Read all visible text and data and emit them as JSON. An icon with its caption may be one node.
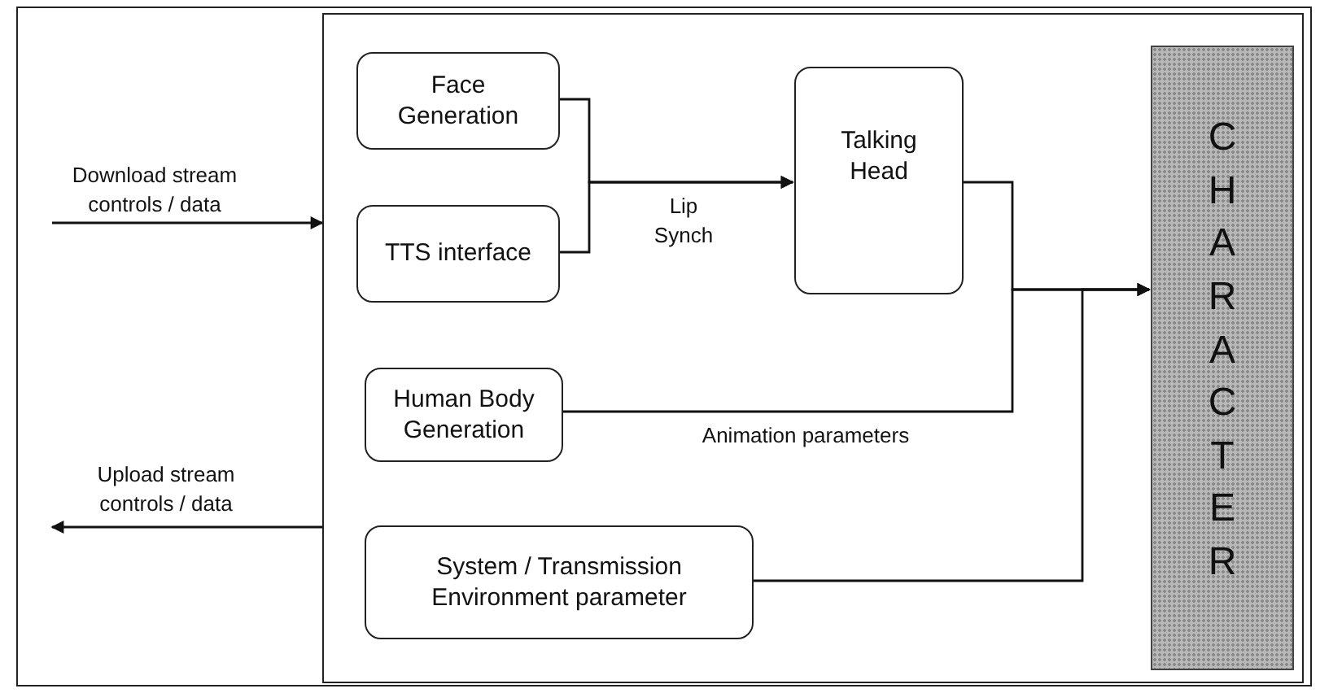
{
  "diagram": {
    "nodes": [
      {
        "text": [],
        "shape": "box"
      },
      {
        "text": [
          "Face Generation"
        ],
        "in": 0
      },
      {
        "text": [
          "TTS interface"
        ],
        "in": 0
      },
      {
        "text": [
          "Talking Head"
        ],
        "in": 0
      },
      {
        "text": [
          "Human Body Generation"
        ],
        "in": 0
      },
      {
        "text": [
          "System / Transmission Environment parameter"
        ],
        "in": 0
      },
      {
        "text": [
          "CHARACTER"
        ],
        "in": 0
      }
    ],
    "edges": [
      {
        "from": null,
        "to": 0,
        "arrow": "to",
        "label": "Download stream controls / data"
      },
      {
        "from": 0,
        "to": null,
        "arrow": "to",
        "label": "Upload stream controls / data"
      },
      {
        "from": 1,
        "to": 3,
        "arrow": "to",
        "label": "Lip Synch"
      },
      {
        "from": 2,
        "to": 3,
        "arrow": "to"
      },
      {
        "from": 3,
        "to": 6,
        "arrow": "to"
      },
      {
        "from": 4,
        "to": 6,
        "arrow": "to",
        "label": "Animation parameters"
      },
      {
        "from": 5,
        "to": 6,
        "arrow": "to"
      }
    ]
  }
}
